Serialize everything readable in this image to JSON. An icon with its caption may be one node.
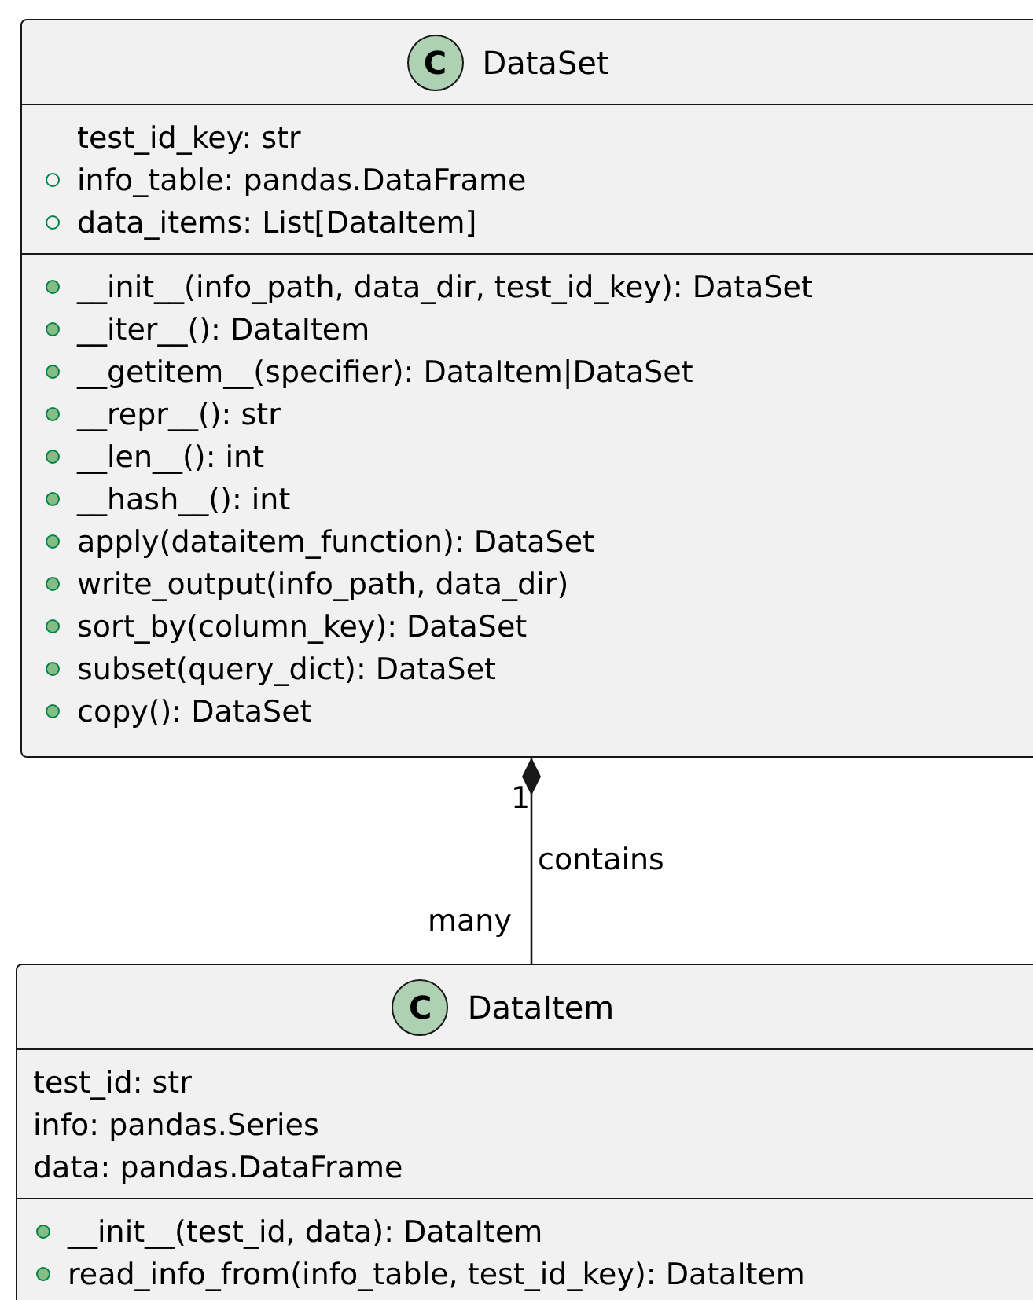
{
  "diagram": {
    "nodes": [
      {
        "text": [
          "DataSet",
          "test_id_key: str",
          "info_table: pandas.DataFrame",
          "data_items: List[DataItem]",
          "__init__(info_path, data_dir, test_id_key): DataSet",
          "__iter__(): DataItem",
          "__getitem__(specifier): DataItem|DataSet",
          "__repr__(): str",
          "__len__(): int",
          "__hash__(): int",
          "apply(dataitem_function): DataSet",
          "write_output(info_path, data_dir)",
          "sort_by(column_key): DataSet",
          "subset(query_dict): DataSet",
          "copy(): DataSet"
        ]
      },
      {
        "text": [
          "C"
        ],
        "in": 0
      },
      {
        "text": [
          "DataItem",
          "test_id: str",
          "info: pandas.Series",
          "data: pandas.DataFrame",
          "__init__(test_id, data): DataItem",
          "read_info_from(info_table, test_id_key): DataItem"
        ]
      },
      {
        "text": [
          "C"
        ],
        "in": 2
      }
    ],
    "edges": [
      {
        "from": 0,
        "to": 2,
        "arrow": "other",
        "label": "contains"
      }
    ],
    "labels": [
      "1",
      "many"
    ]
  }
}
